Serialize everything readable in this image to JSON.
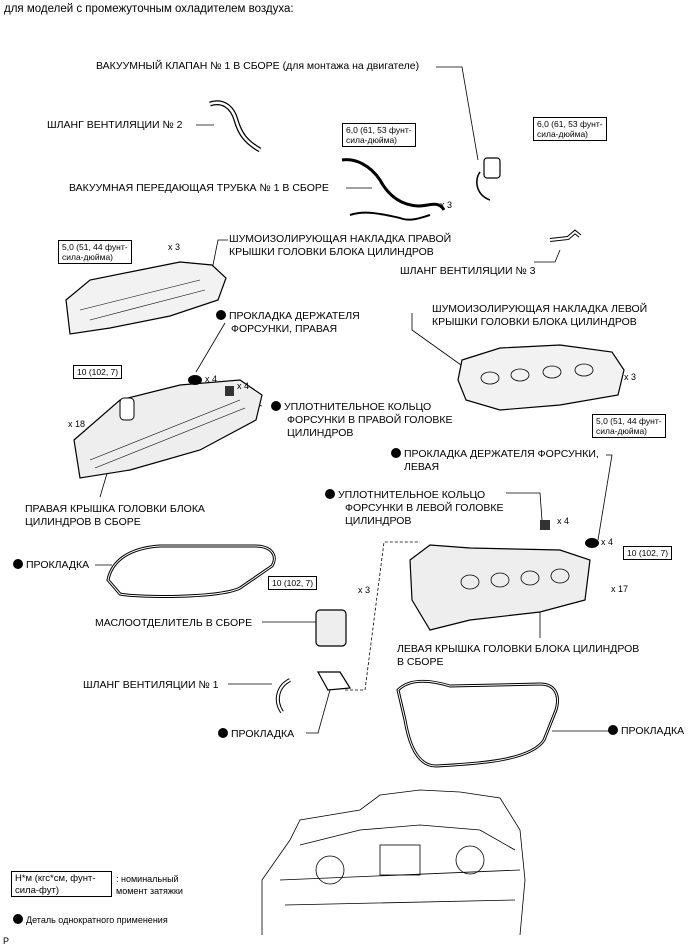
{
  "header": "для моделей с промежуточным охладителем воздуха:",
  "parts": {
    "vacuum_valve": "ВАКУУМНЫЙ КЛАПАН № 1 В СБОРЕ (для монтажа на двигателе)",
    "vent_hose_2": "ШЛАНГ ВЕНТИЛЯЦИИ № 2",
    "vacuum_tube": "ВАКУУМНАЯ ПЕРЕДАЮЩАЯ ТРУБКА № 1 В СБОРЕ",
    "right_insulator_1": "ШУМОИЗОЛИРУЮЩАЯ НАКЛАДКА ПРАВОЙ",
    "right_insulator_2": "КРЫШКИ ГОЛОВКИ БЛОКА ЦИЛИНДРОВ",
    "vent_hose_3": "ШЛАНГ ВЕНТИЛЯЦИИ № 3",
    "left_insulator_1": "ШУМОИЗОЛИРУЮЩАЯ НАКЛАДКА ЛЕВОЙ",
    "left_insulator_2": "КРЫШКИ ГОЛОВКИ БЛОКА ЦИЛИНДРОВ",
    "right_injector_gasket_1": "ПРОКЛАДКА ДЕРЖАТЕЛЯ",
    "right_injector_gasket_2": "ФОРСУНКИ, ПРАВАЯ",
    "right_oring_1": "УПЛОТНИТЕЛЬНОЕ КОЛЬЦО",
    "right_oring_2": "ФОРСУНКИ В ПРАВОЙ ГОЛОВКЕ",
    "right_oring_3": "ЦИЛИНДРОВ",
    "left_injector_gasket_1": "ПРОКЛАДКА ДЕРЖАТЕЛЯ ФОРСУНКИ,",
    "left_injector_gasket_2": "ЛЕВАЯ",
    "right_cover_1": "ПРАВАЯ КРЫШКА ГОЛОВКИ БЛОКА",
    "right_cover_2": "ЦИЛИНДРОВ В СБОРЕ",
    "left_oring_1": "УПЛОТНИТЕЛЬНОЕ КОЛЬЦО",
    "left_oring_2": "ФОРСУНКИ В ЛЕВОЙ ГОЛОВКЕ",
    "left_oring_3": "ЦИЛИНДРОВ",
    "gasket_left": "ПРОКЛАДКА",
    "oil_separator": "МАСЛООТДЕЛИТЕЛЬ В СБОРЕ",
    "left_cover_1": "ЛЕВАЯ КРЫШКА ГОЛОВКИ БЛОКА ЦИЛИНДРОВ",
    "left_cover_2": "В СБОРЕ",
    "vent_hose_1": "ШЛАНГ ВЕНТИЛЯЦИИ № 1",
    "gasket_bottom": "ПРОКЛАДКА",
    "gasket_right": "ПРОКЛАДКА"
  },
  "torques": {
    "t_valve_1": "6,0 (61, 53 фунт-",
    "t_valve_2": "сила-дюйма)",
    "t_tube_1": "6,0 (61, 53 фунт-",
    "t_tube_2": "сила-дюйма)",
    "t_rins_1": "5,0 (51, 44 фунт-",
    "t_rins_2": "сила-дюйма)",
    "t_lins_1": "5,0 (51, 44 фунт-",
    "t_lins_2": "сила-дюйма)",
    "t_rcover": "10 (102, 7)",
    "t_lcover": "10 (102, 7)",
    "t_sep": "10 (102, 7)"
  },
  "qty": {
    "q_tube": "x 3",
    "q_rins": "x 3",
    "q_lins": "x 3",
    "q_rgasket": "x 4",
    "q_roring": "x 4",
    "q_rcover": "x 18",
    "q_loring": "x 4",
    "q_lgasket": "x 4",
    "q_lcover": "x 17",
    "q_sep": "x 3"
  },
  "legend": {
    "torque_1": "Н*м (кгс*см, фунт-",
    "torque_2": "сила-фут)",
    "torque_desc_1": ": номинальный",
    "torque_desc_2": "момент затяжки",
    "single_use": "Деталь однократного применения"
  },
  "footer_code": "P"
}
